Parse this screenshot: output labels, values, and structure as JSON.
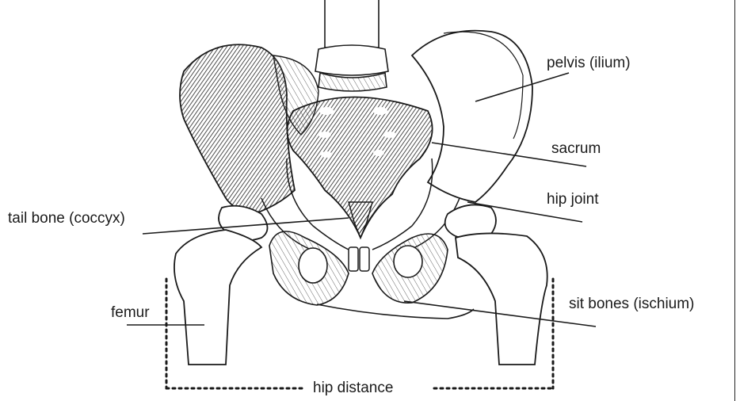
{
  "labels": {
    "pelvis": "pelvis (ilium)",
    "sacrum": "sacrum",
    "hip_joint": "hip joint",
    "tailbone": "tail bone (coccyx)",
    "femur": "femur",
    "sit_bones": "sit bones (ischium)",
    "hip_distance": "hip distance"
  },
  "colors": {
    "ink": "#1a1a1a",
    "shade": "#3a3a3a",
    "paper": "#ffffff"
  }
}
